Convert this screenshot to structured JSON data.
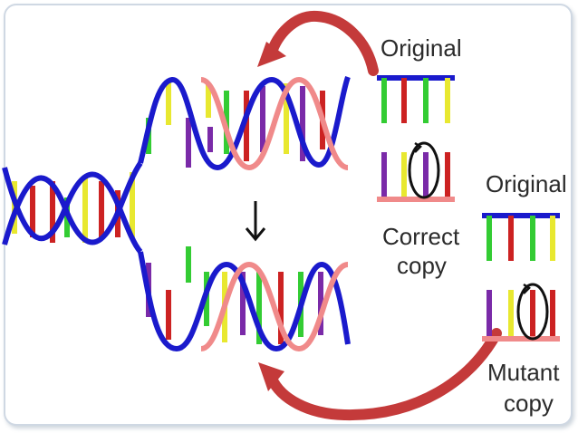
{
  "labels": {
    "original_top": "Original",
    "correct_line1": "Correct",
    "correct_line2": "copy",
    "original_right": "Original",
    "mutant_line1": "Mutant",
    "mutant_line2": "copy",
    "arrow_glyph": "↓"
  },
  "colors": {
    "backbone": "#1a1acc",
    "new_strand": "#f08a8a",
    "arrow": "#c43a3a",
    "base_green": "#33cc33",
    "base_red": "#cc2222",
    "base_yellow": "#e8e830",
    "base_purple": "#7a2aa8",
    "circle": "#111111"
  },
  "icons": {
    "down_arrow": "arrow-down-icon",
    "curved_arrows": "curved-arrow-icon",
    "circle_marker": "circle-arrow-icon"
  }
}
